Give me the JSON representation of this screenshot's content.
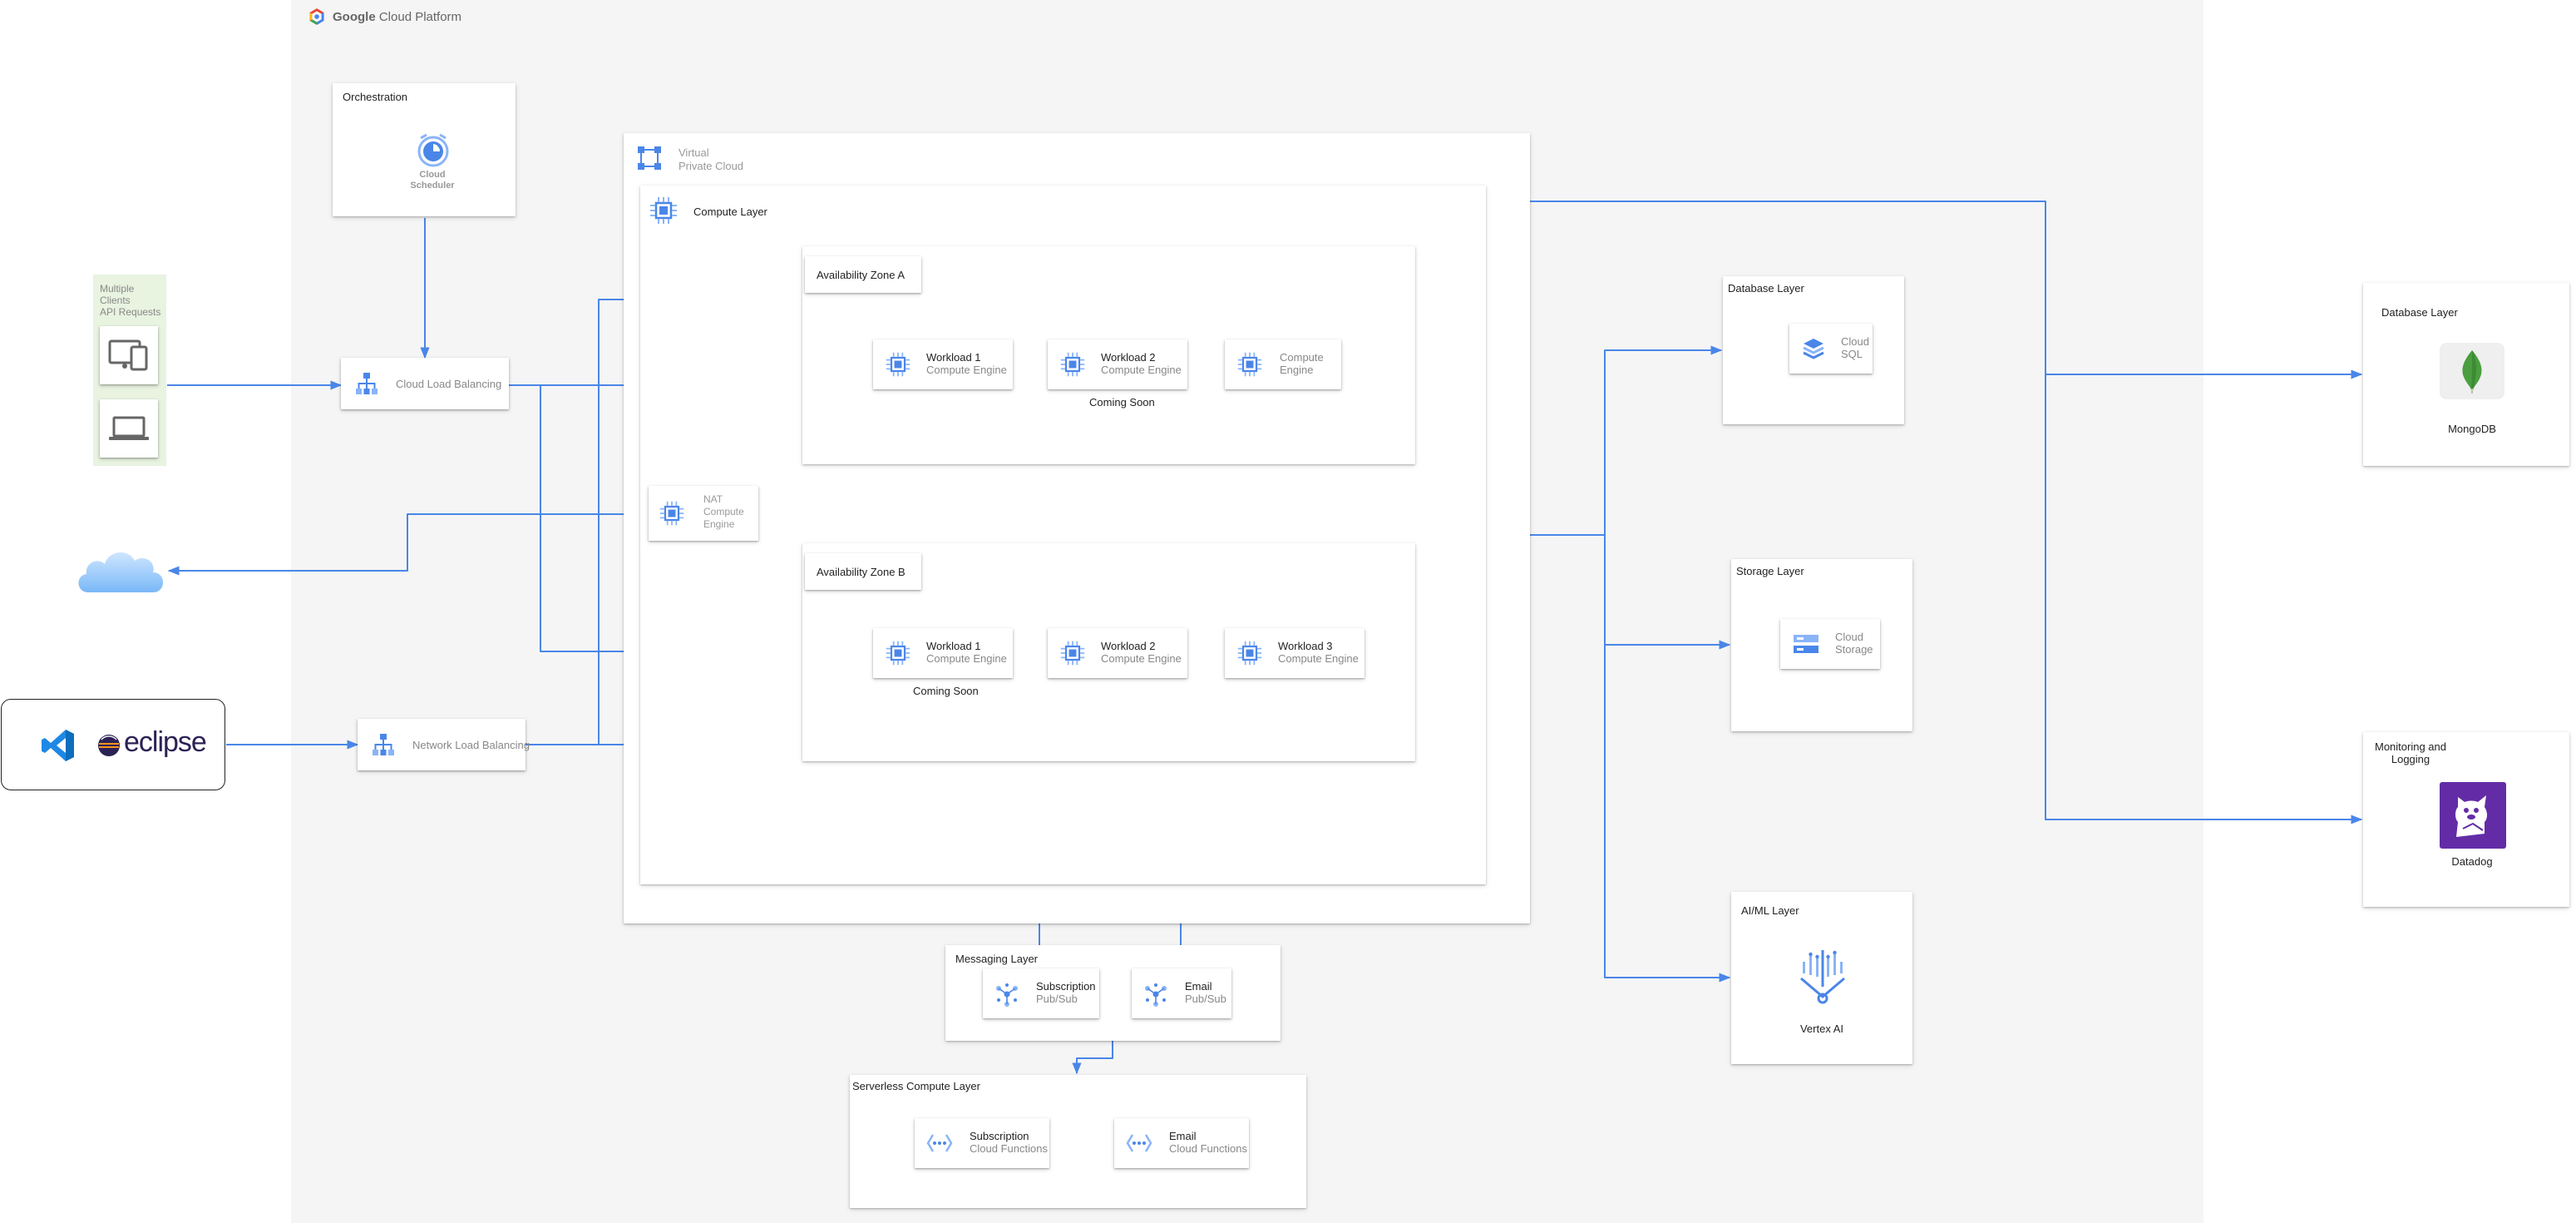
{
  "platform": {
    "brand": "Google",
    "name": "Cloud Platform"
  },
  "clients": {
    "label_line1": "Multiple",
    "label_line2": "Clients",
    "label_line3": "API Requests"
  },
  "ide": {
    "eclipse_label": "eclipse"
  },
  "orchestration": {
    "title": "Orchestration",
    "service_line1": "Cloud",
    "service_line2": "Scheduler"
  },
  "cloud_lb": {
    "label": "Cloud Load Balancing"
  },
  "network_lb": {
    "label": "Network Load Balancing"
  },
  "vpc": {
    "label_line1": "Virtual",
    "label_line2": "Private Cloud"
  },
  "compute_layer": {
    "title": "Compute Layer"
  },
  "zone_a": {
    "title": "Availability Zone A",
    "nodes": [
      {
        "name": "Workload 1",
        "sub": "Compute Engine"
      },
      {
        "name": "Workload 2",
        "sub": "Compute Engine"
      },
      {
        "name": "",
        "sub_line1": "Compute",
        "sub_line2": "Engine"
      }
    ],
    "note": "Coming Soon"
  },
  "zone_b": {
    "title": "Availability Zone B",
    "nodes": [
      {
        "name": "Workload 1",
        "sub": "Compute Engine"
      },
      {
        "name": "Workload 2",
        "sub": "Compute Engine"
      },
      {
        "name": "Workload 3",
        "sub": "Compute Engine"
      }
    ],
    "note": "Coming Soon"
  },
  "nat": {
    "line1": "NAT",
    "line2": "Compute",
    "line3": "Engine"
  },
  "messaging": {
    "title": "Messaging Layer",
    "nodes": [
      {
        "name": "Subscription",
        "sub": "Pub/Sub"
      },
      {
        "name": "Email",
        "sub": "Pub/Sub"
      }
    ]
  },
  "serverless": {
    "title": "Serverless Compute Layer",
    "nodes": [
      {
        "name": "Subscription",
        "sub": "Cloud Functions"
      },
      {
        "name": "Email",
        "sub": "Cloud Functions"
      }
    ]
  },
  "database_layer": {
    "title": "Database Layer",
    "line1": "Cloud",
    "line2": "SQL"
  },
  "storage_layer": {
    "title": "Storage Layer",
    "line1": "Cloud",
    "line2": "Storage"
  },
  "aiml_layer": {
    "title": "AI/ML Layer",
    "service": "Vertex AI"
  },
  "ext_database": {
    "title": "Database Layer",
    "service": "MongoDB"
  },
  "monitoring": {
    "title_line1": "Monitoring and",
    "title_line2": "Logging",
    "service": "Datadog"
  },
  "colors": {
    "arrow": "#4a86e8",
    "gcp_bg": "#f5f5f5",
    "clients_bg": "#e8f3e0",
    "datadog": "#632ca6",
    "mongodb": "#4a9e3f"
  }
}
